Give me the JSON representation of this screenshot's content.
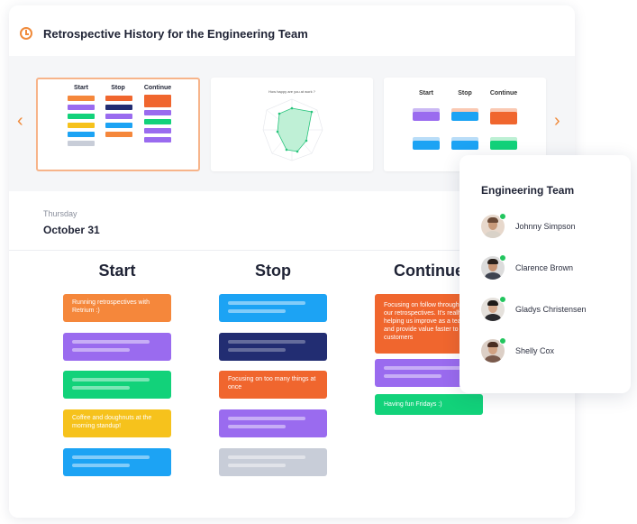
{
  "header": {
    "title": "Retrospective History for the Engineering Team"
  },
  "carousel": {
    "thumb1": {
      "columns": [
        "Start",
        "Stop",
        "Continue"
      ]
    },
    "thumb2": {
      "question": "How happy are you at work ?"
    },
    "thumb3": {
      "columns": [
        "Start",
        "Stop",
        "Continue"
      ]
    }
  },
  "date": {
    "day": "Thursday",
    "date": "October 31"
  },
  "board": {
    "columns": [
      {
        "title": "Start",
        "notes": [
          {
            "color": "#f5873b",
            "text": "Running retrospectives with Retrium :)"
          },
          {
            "color": "#9a6bef",
            "text": ""
          },
          {
            "color": "#12d27a",
            "text": ""
          },
          {
            "color": "#f6c21c",
            "text": "Coffee and doughnuts at the morning standup!"
          },
          {
            "color": "#1ca3f4",
            "text": ""
          }
        ]
      },
      {
        "title": "Stop",
        "notes": [
          {
            "color": "#1ca3f4",
            "text": ""
          },
          {
            "color": "#222d72",
            "text": ""
          },
          {
            "color": "#f0662e",
            "text": "Focusing on too many things at once"
          },
          {
            "color": "#9a6bef",
            "text": ""
          },
          {
            "color": "#c8cdd8",
            "text": ""
          }
        ]
      },
      {
        "title": "Continue",
        "notes": [
          {
            "color": "#f0662e",
            "text": "Focusing on follow through after our retrospectives. It's really helping us improve as a team and provide value faster to our customers"
          },
          {
            "color": "#9a6bef",
            "text": ""
          },
          {
            "color": "#12d27a",
            "text": "Having fun Fridays :)"
          }
        ]
      }
    ]
  },
  "team": {
    "title": "Engineering Team",
    "members": [
      {
        "name": "Johnny Simpson"
      },
      {
        "name": "Clarence Brown"
      },
      {
        "name": "Gladys Christensen"
      },
      {
        "name": "Shelly Cox"
      }
    ]
  },
  "colors": {
    "accent": "#f08a3a",
    "online": "#22c55e"
  },
  "icons": {
    "header": "clock-icon",
    "prev": "chevron-left-icon",
    "next": "chevron-right-icon"
  }
}
